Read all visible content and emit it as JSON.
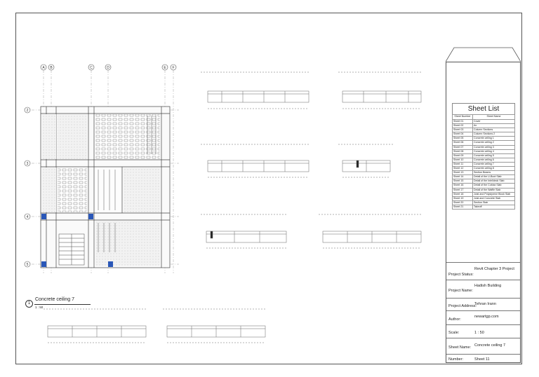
{
  "view": {
    "number": "1",
    "name": "Concrete ceiling 7",
    "scale": "1 : 50"
  },
  "grid": {
    "columns": [
      "A",
      "B",
      "C",
      "D",
      "E",
      "F"
    ],
    "rows": [
      "2",
      "3",
      "4",
      "5"
    ]
  },
  "sheet_list": {
    "title": "Sheet List",
    "headers": [
      "Sheet Number",
      "Sheet Name"
    ],
    "rows": [
      [
        "Sheet 01",
        "Cover"
      ],
      [
        "Sheet 02",
        "Ax"
      ],
      [
        "Sheet 03",
        "Column Sections"
      ],
      [
        "Sheet 04",
        "Column Sections 2"
      ],
      [
        "Sheet 05",
        "Concrete ceiling 1"
      ],
      [
        "Sheet 06",
        "Concrete ceiling 2"
      ],
      [
        "Sheet 07",
        "Concrete ceiling 3"
      ],
      [
        "Sheet 08",
        "Concrete ceiling 4"
      ],
      [
        "Sheet 09",
        "Concrete ceiling 5"
      ],
      [
        "Sheet 10",
        "Concrete ceiling 6"
      ],
      [
        "Sheet 11",
        "Concrete ceiling 7"
      ],
      [
        "Sheet 12",
        "Concrete ceiling 8"
      ],
      [
        "Sheet 13",
        "Section Beams"
      ],
      [
        "Sheet 14",
        "Detail of the U-Boot Slab"
      ],
      [
        "Sheet 15",
        "Detail of the Intelldeck Slab"
      ],
      [
        "Sheet 16",
        "Detail of the Cobiax Slab"
      ],
      [
        "Sheet 17",
        "Detail of the Waffle Slab"
      ],
      [
        "Sheet 18",
        "Joist and Polystyrene Block Slab"
      ],
      [
        "Sheet 19",
        "Joist and Concrete Slab"
      ],
      [
        "Sheet 20",
        "Section Stair"
      ],
      [
        "Sheet 21",
        "Takeoff"
      ]
    ]
  },
  "title_block": {
    "project_status_label": "Project Status:",
    "project_status": "Revit Chapter 3 Project",
    "project_name_label": "Project Name:",
    "project_name": "Hadish Building",
    "project_address_label": "Project Address:",
    "project_address": "Tehran Irann",
    "author_label": "Author:",
    "author": "newartgp.com",
    "scale_label": "Scale:",
    "scale": "1 : 50",
    "sheet_name_label": "Sheet Name:",
    "sheet_name": "Concrete ceiling 7",
    "number_label": "Number:",
    "number": "Sheet 11"
  }
}
